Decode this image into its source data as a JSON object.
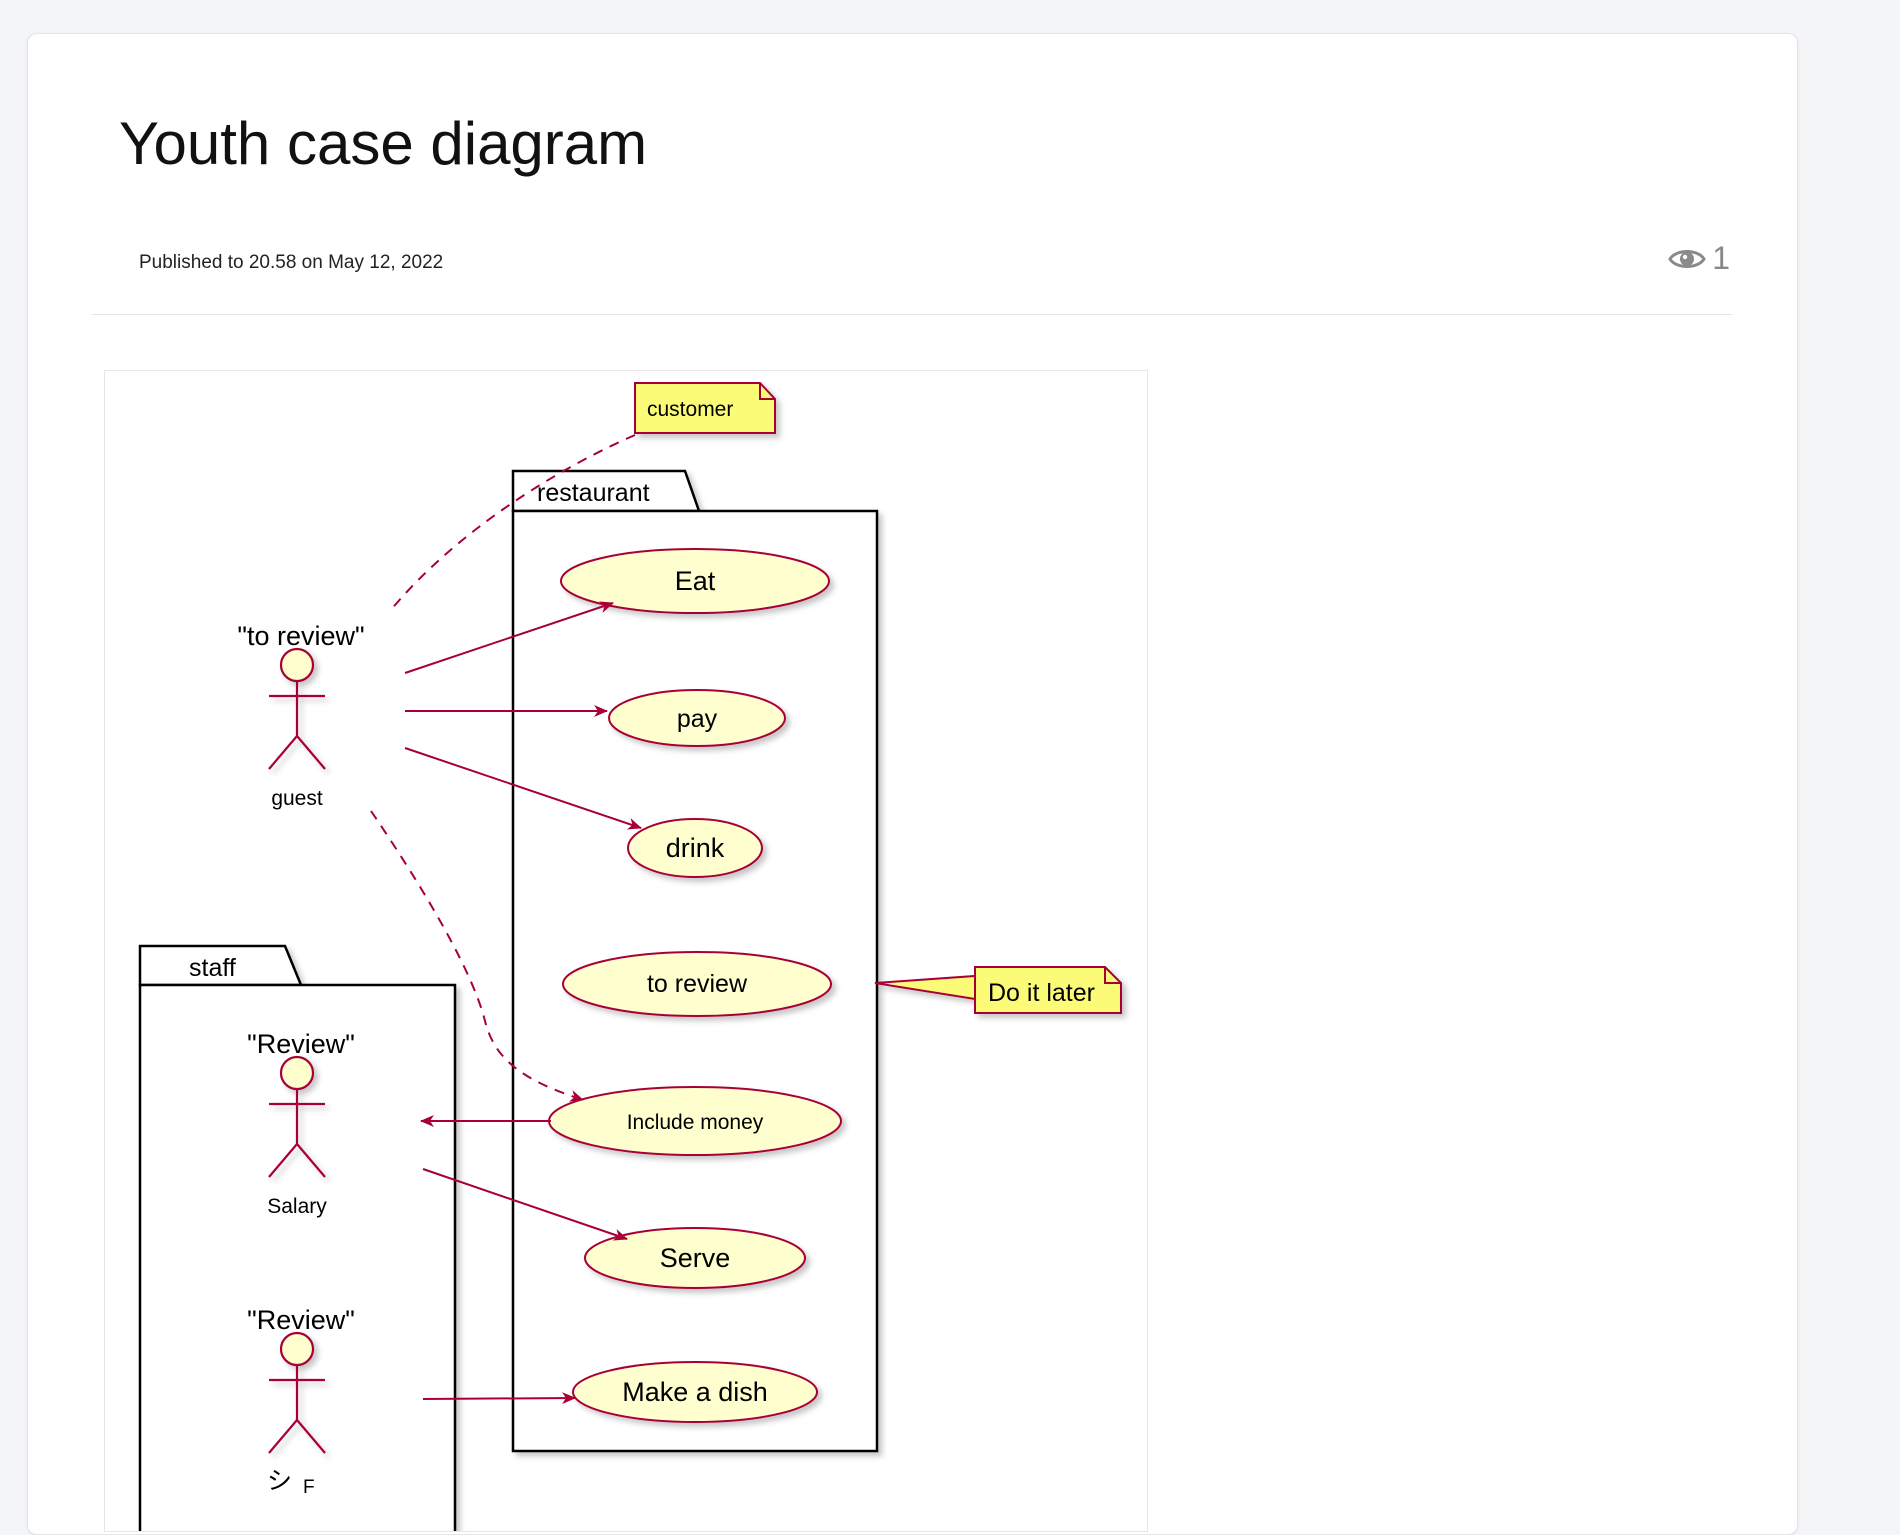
{
  "page": {
    "title": "Youth case diagram",
    "published": "Published to 20.58 on May 12, 2022",
    "views": "1"
  },
  "colors": {
    "actor_stroke": "#a80036",
    "usecase_fill": "#fefece",
    "note_fill": "#fbfb77",
    "edge": "#a80036"
  },
  "diagram": {
    "packages": {
      "restaurant": "restaurant",
      "staff": "staff"
    },
    "notes": {
      "customer": "customer",
      "later": "Do it later"
    },
    "actors": {
      "guest": {
        "stereotype": "\"to review\"",
        "name": "guest"
      },
      "salary": {
        "stereotype": "\"Review\"",
        "name": "Salary"
      },
      "chef": {
        "stereotype": "\"Review\"",
        "name": "シ",
        "extra": "F"
      }
    },
    "usecases": {
      "eat": "Eat",
      "pay": "pay",
      "drink": "drink",
      "review": "to review",
      "money": "Include money",
      "serve": "Serve",
      "dish": "Make a dish"
    }
  }
}
